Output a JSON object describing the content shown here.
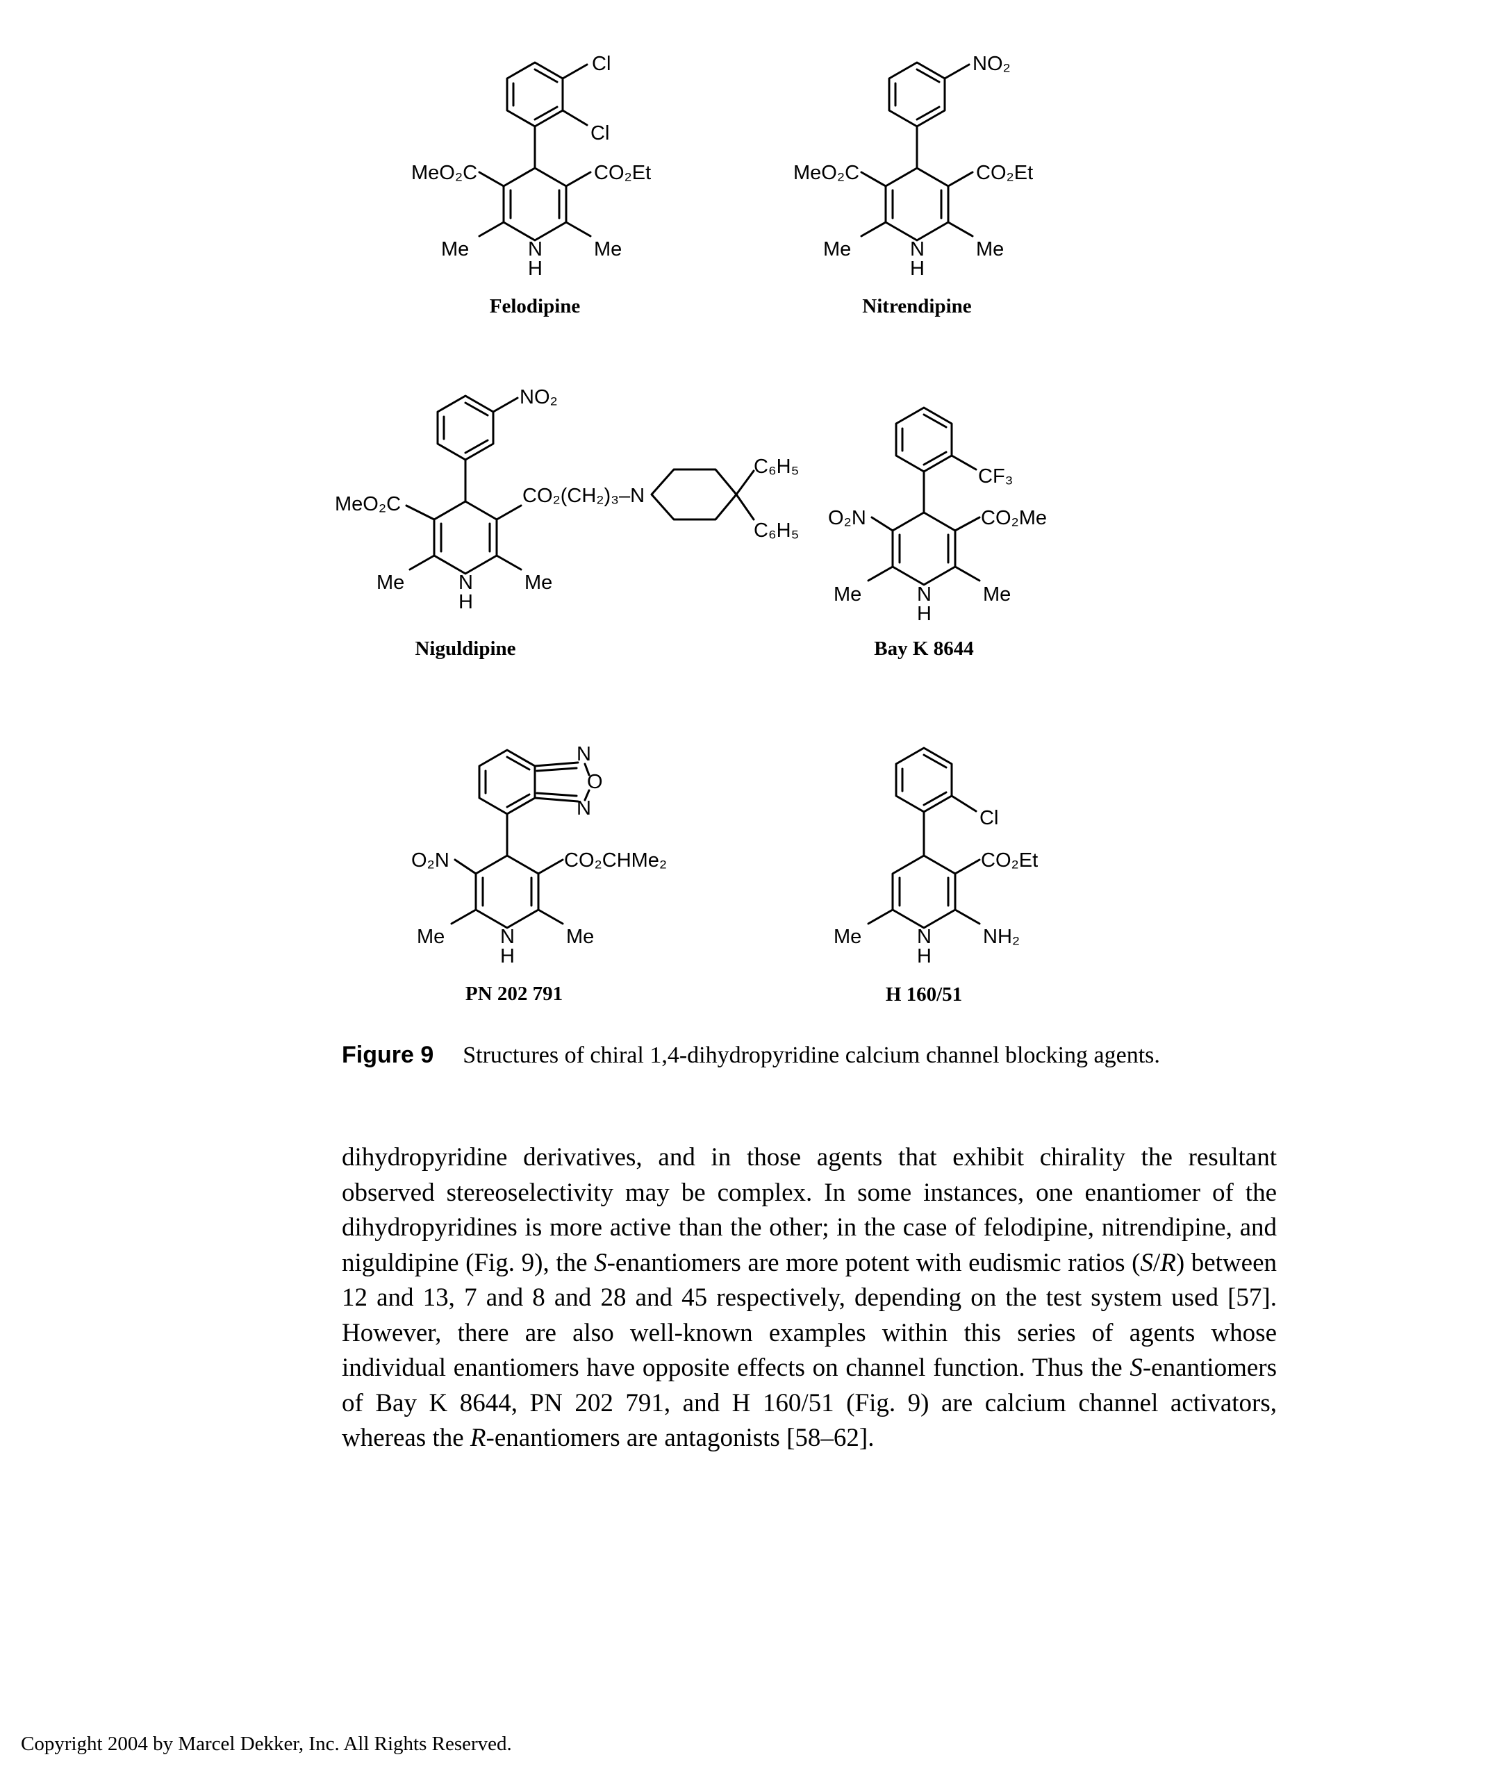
{
  "structures": [
    {
      "name": "Felodipine",
      "labels": {
        "ester_left": "MeO₂C",
        "ester_right": "CO₂Et",
        "me_left": "Me",
        "nh_n": "N",
        "nh_h": "H",
        "me_right": "Me",
        "sub1": "Cl",
        "sub2": "Cl"
      }
    },
    {
      "name": "Nitrendipine",
      "labels": {
        "ester_left": "MeO₂C",
        "ester_right": "CO₂Et",
        "me_left": "Me",
        "nh_n": "N",
        "nh_h": "H",
        "me_right": "Me",
        "sub1": "NO₂"
      }
    },
    {
      "name": "Niguldipine",
      "labels": {
        "ester_left": "MeO₂C",
        "ester_right": "CO₂(CH₂)₃–N",
        "me_left": "Me",
        "nh_n": "N",
        "nh_h": "H",
        "me_right": "Me",
        "sub1": "NO₂",
        "ph1": "C₆H₅",
        "ph2": "C₆H₅"
      }
    },
    {
      "name": "Bay K 8644",
      "labels": {
        "ester_left": "O₂N",
        "ester_right": "CO₂Me",
        "me_left": "Me",
        "nh_n": "N",
        "nh_h": "H",
        "me_right": "Me",
        "sub1": "CF₃"
      }
    },
    {
      "name": "PN 202 791",
      "labels": {
        "ester_left": "O₂N",
        "ester_right": "CO₂CHMe₂",
        "me_left": "Me",
        "nh_n": "N",
        "nh_h": "H",
        "me_right": "Me",
        "ox_n1": "N",
        "ox_o": "O",
        "ox_n2": "N"
      }
    },
    {
      "name": "H 160/51",
      "labels": {
        "ester_right": "CO₂Et",
        "me_left": "Me",
        "nh_n": "N",
        "nh_h": "H",
        "me_right": "NH₂",
        "sub1": "Cl"
      }
    }
  ],
  "caption": {
    "label": "Figure 9",
    "text": "Structures of chiral 1,4-dihydropyridine calcium channel blocking agents."
  },
  "body": {
    "t1": "dihydropyridine derivatives, and in those agents that exhibit chirality the resultant observed stereoselectivity may be complex. In some instances, one enantiomer of the dihydropyridines is more active than the other; in the case of felodipine, nitrendipine, and niguldipine (Fig. 9), the ",
    "s1": "S",
    "t2": "-enantiomers are more potent with eudismic ratios (",
    "s2": "S",
    "t3": "/",
    "r1": "R",
    "t4": ") between 12 and 13, 7 and 8 and 28 and 45 respectively, depending on the test system used [57]. However, there are also well-known examples within this series of agents whose individual enantiomers have opposite effects on channel function. Thus the ",
    "s3": "S",
    "t5": "-enantiomers of Bay K 8644, PN 202 791, and H 160/51 (Fig. 9) are calcium channel activators, whereas the ",
    "r2": "R",
    "t6": "-enantiomers are antagonists [58–62]."
  },
  "footer": {
    "copyright": "Copyright 2004 by Marcel Dekker, Inc. All Rights Reserved."
  }
}
